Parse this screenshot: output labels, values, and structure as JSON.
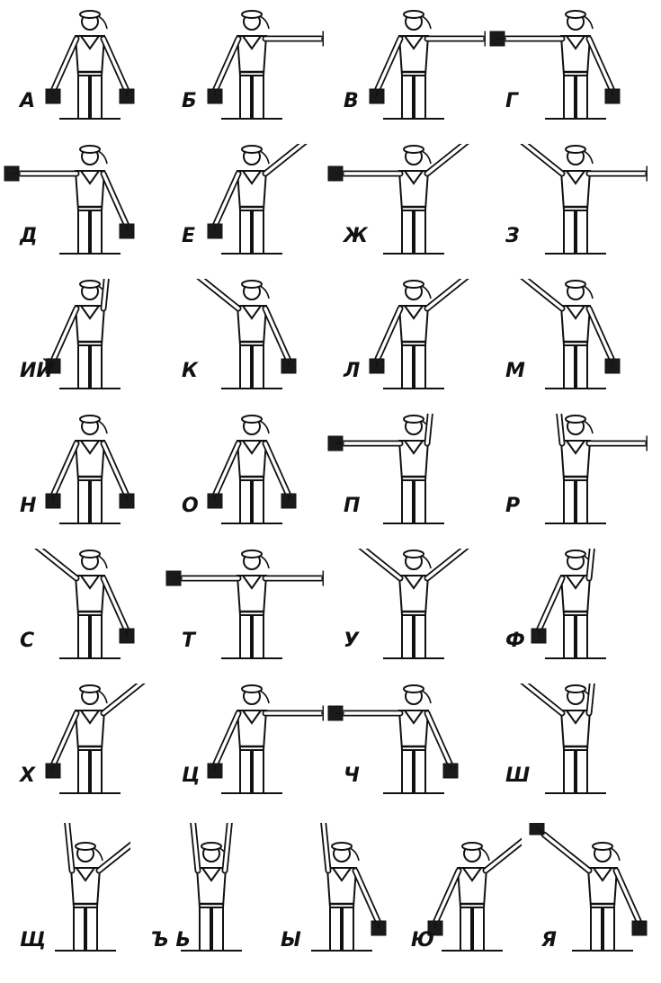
{
  "alphabet": [
    {
      "letter": "А",
      "right": "low",
      "left": "low"
    },
    {
      "letter": "Б",
      "right": "low",
      "left": "horizontal"
    },
    {
      "letter": "В",
      "right": "low",
      "left": "horizontal"
    },
    {
      "letter": "Г",
      "right": "horizontal",
      "left": "low"
    },
    {
      "letter": "Д",
      "right": "horizontal",
      "left": "low"
    },
    {
      "letter": "Е",
      "right": "low",
      "left": "high"
    },
    {
      "letter": "Ж",
      "right": "horizontal",
      "left": "high"
    },
    {
      "letter": "З",
      "right": "high",
      "left": "horizontal"
    },
    {
      "letter": "ИЙ",
      "right": "low",
      "left": "up"
    },
    {
      "letter": "К",
      "right": "high",
      "left": "low"
    },
    {
      "letter": "Л",
      "right": "low",
      "left": "high"
    },
    {
      "letter": "М",
      "right": "high",
      "left": "low"
    },
    {
      "letter": "Н",
      "right": "low",
      "left": "low"
    },
    {
      "letter": "О",
      "right": "low",
      "left": "low"
    },
    {
      "letter": "П",
      "right": "horizontal",
      "left": "up"
    },
    {
      "letter": "Р",
      "right": "up",
      "left": "horizontal"
    },
    {
      "letter": "С",
      "right": "high",
      "left": "low"
    },
    {
      "letter": "Т",
      "right": "horizontal",
      "left": "horizontal"
    },
    {
      "letter": "У",
      "right": "high",
      "left": "high"
    },
    {
      "letter": "Ф",
      "right": "low",
      "left": "up"
    },
    {
      "letter": "Х",
      "right": "low",
      "left": "high"
    },
    {
      "letter": "Ц",
      "right": "low",
      "left": "horizontal"
    },
    {
      "letter": "Ч",
      "right": "horizontal",
      "left": "low"
    },
    {
      "letter": "Ш",
      "right": "high",
      "left": "up"
    },
    {
      "letter": "Щ",
      "right": "up",
      "left": "high"
    },
    {
      "letter": "Ъ Ь",
      "right": "up",
      "left": "up"
    },
    {
      "letter": "Ы",
      "right": "up",
      "left": "low"
    },
    {
      "letter": "Ю",
      "right": "low",
      "left": "high"
    },
    {
      "letter": "Я",
      "right": "high",
      "left": "low"
    }
  ],
  "ink_color": "#111111",
  "flag_color": "#1a1a1a",
  "background": "#ffffff"
}
